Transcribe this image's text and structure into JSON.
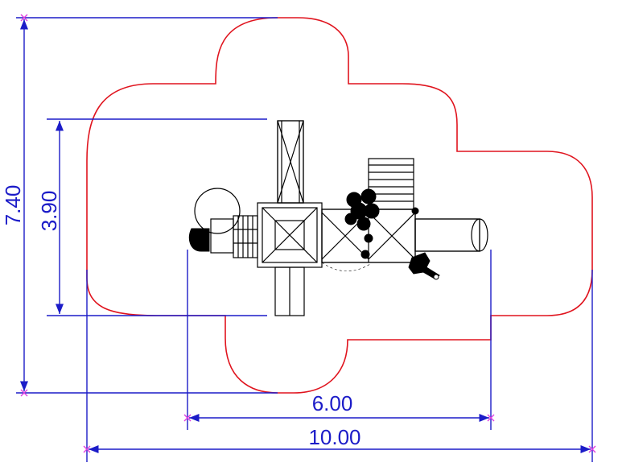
{
  "dimensions": {
    "overall_height": "7.40",
    "structure_height": "3.90",
    "structure_width": "6.00",
    "overall_width": "10.00"
  },
  "colors": {
    "dimension": "#1c1cc8",
    "safety_zone": "#e0141e",
    "structure": "#000000",
    "tick_marker": "#e040e0"
  }
}
